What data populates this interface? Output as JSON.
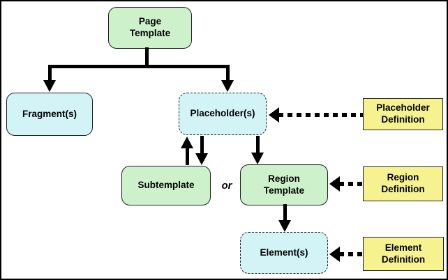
{
  "title": "Page template structure diagram",
  "colors": {
    "green": "#cdf2cb",
    "cyan": "#d2f4f7",
    "yellow": "#f7f290",
    "border": "#1f1f1f",
    "arrow": "#000000",
    "background": "#ffffff"
  },
  "nodes": {
    "page_template": {
      "label": "Page\nTemplate",
      "fill": "green",
      "border": "solid"
    },
    "fragments": {
      "label": "Fragment(s)",
      "fill": "cyan",
      "border": "solid"
    },
    "placeholders": {
      "label": "Placeholder(s)",
      "fill": "cyan",
      "border": "dashed"
    },
    "subtemplate": {
      "label": "Subtemplate",
      "fill": "green",
      "border": "solid"
    },
    "region_template": {
      "label": "Region\nTemplate",
      "fill": "green",
      "border": "solid"
    },
    "elements": {
      "label": "Element(s)",
      "fill": "cyan",
      "border": "dashed"
    },
    "placeholder_definition": {
      "label": "Placeholder\nDefinition",
      "fill": "yellow",
      "border": "solid"
    },
    "region_definition": {
      "label": "Region\nDefinition",
      "fill": "yellow",
      "border": "solid"
    },
    "element_definition": {
      "label": "Element\nDefinition",
      "fill": "yellow",
      "border": "solid"
    }
  },
  "or_label": "or",
  "edges": [
    {
      "from": "page_template",
      "to": "fragments",
      "style": "solid-arrow"
    },
    {
      "from": "page_template",
      "to": "placeholders",
      "style": "solid-arrow"
    },
    {
      "from": "subtemplate",
      "to": "placeholders",
      "style": "solid-arrow"
    },
    {
      "from": "placeholders",
      "to": "subtemplate",
      "style": "solid-arrow"
    },
    {
      "from": "placeholders",
      "to": "region_template",
      "style": "solid-arrow"
    },
    {
      "from": "region_template",
      "to": "elements",
      "style": "solid-arrow"
    },
    {
      "from": "placeholder_definition",
      "to": "placeholders",
      "style": "dashed-arrow"
    },
    {
      "from": "region_definition",
      "to": "region_template",
      "style": "dashed-arrow"
    },
    {
      "from": "element_definition",
      "to": "elements",
      "style": "dashed-arrow"
    }
  ]
}
